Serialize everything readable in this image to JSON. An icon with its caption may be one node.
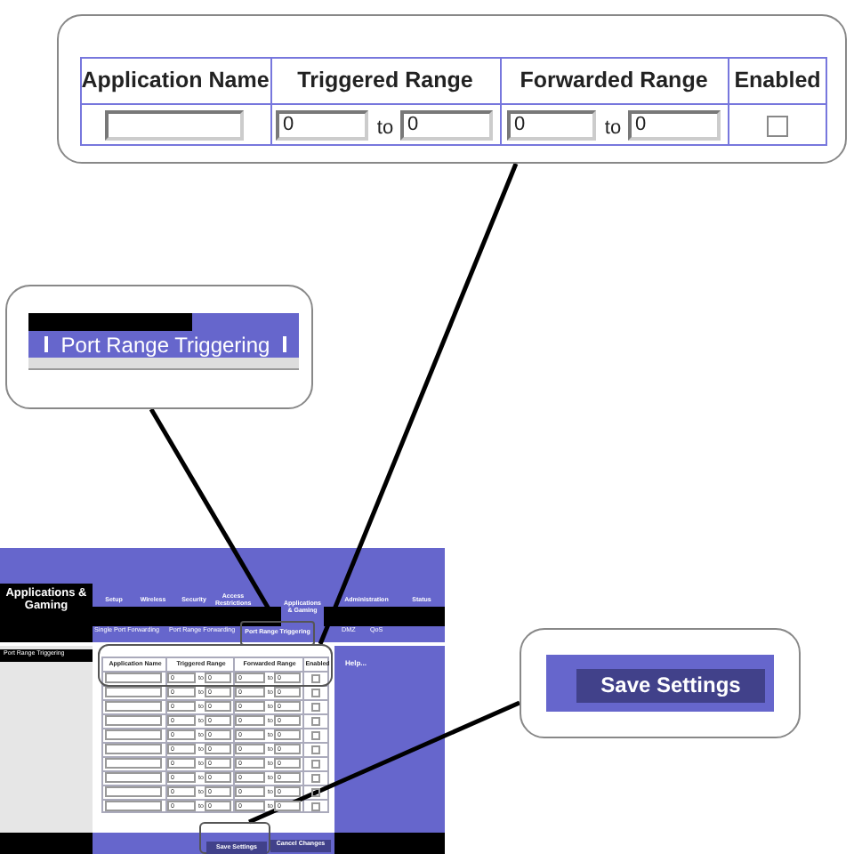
{
  "diagram": {
    "nodes": [
      {
        "text": [
          "Application Name",
          "Triggered Range",
          "Forwarded Range",
          "Enabled",
          "0",
          "to",
          "0",
          "0",
          "to",
          "0"
        ]
      },
      {
        "text": [
          "Port Range Triggering"
        ]
      },
      {
        "text": [
          "Save Settings"
        ]
      },
      {
        "text": [
          "Port Range Triggering"
        ]
      },
      {
        "text": [
          "Application Name",
          "Triggered Range",
          "Forwarded Range",
          "Enabled"
        ]
      },
      {
        "text": [
          "Save Settings"
        ]
      }
    ],
    "edges": [
      {
        "from": 0,
        "to": 4,
        "arrow": "none"
      },
      {
        "from": 1,
        "to": 3,
        "arrow": "none"
      },
      {
        "from": 2,
        "to": 5,
        "arrow": "none"
      }
    ],
    "labels": [
      "Applications & Gaming",
      "Setup",
      "Wireless",
      "Security",
      "Access Restrictions",
      "Applications & Gaming",
      "Administration",
      "Status",
      "Single Port Forwarding",
      "Port Range Forwarding",
      "DMZ",
      "QoS",
      "Port Range Triggering",
      "Help...",
      "Cancel Changes",
      "0",
      "to",
      "0",
      "0",
      "to",
      "0",
      "0",
      "to",
      "0",
      "0",
      "to",
      "0",
      "0",
      "to",
      "0",
      "0",
      "to",
      "0",
      "0",
      "to",
      "0",
      "0",
      "to",
      "0",
      "0",
      "to",
      "0",
      "0",
      "to",
      "0",
      "0",
      "to",
      "0",
      "0",
      "to",
      "0",
      "0",
      "to",
      "0",
      "0",
      "to",
      "0",
      "0",
      "to",
      "0",
      "0",
      "to",
      "0",
      "0",
      "to",
      "0",
      "0",
      "to",
      "0",
      "0",
      "to",
      "0",
      "0",
      "to",
      "0"
    ]
  }
}
